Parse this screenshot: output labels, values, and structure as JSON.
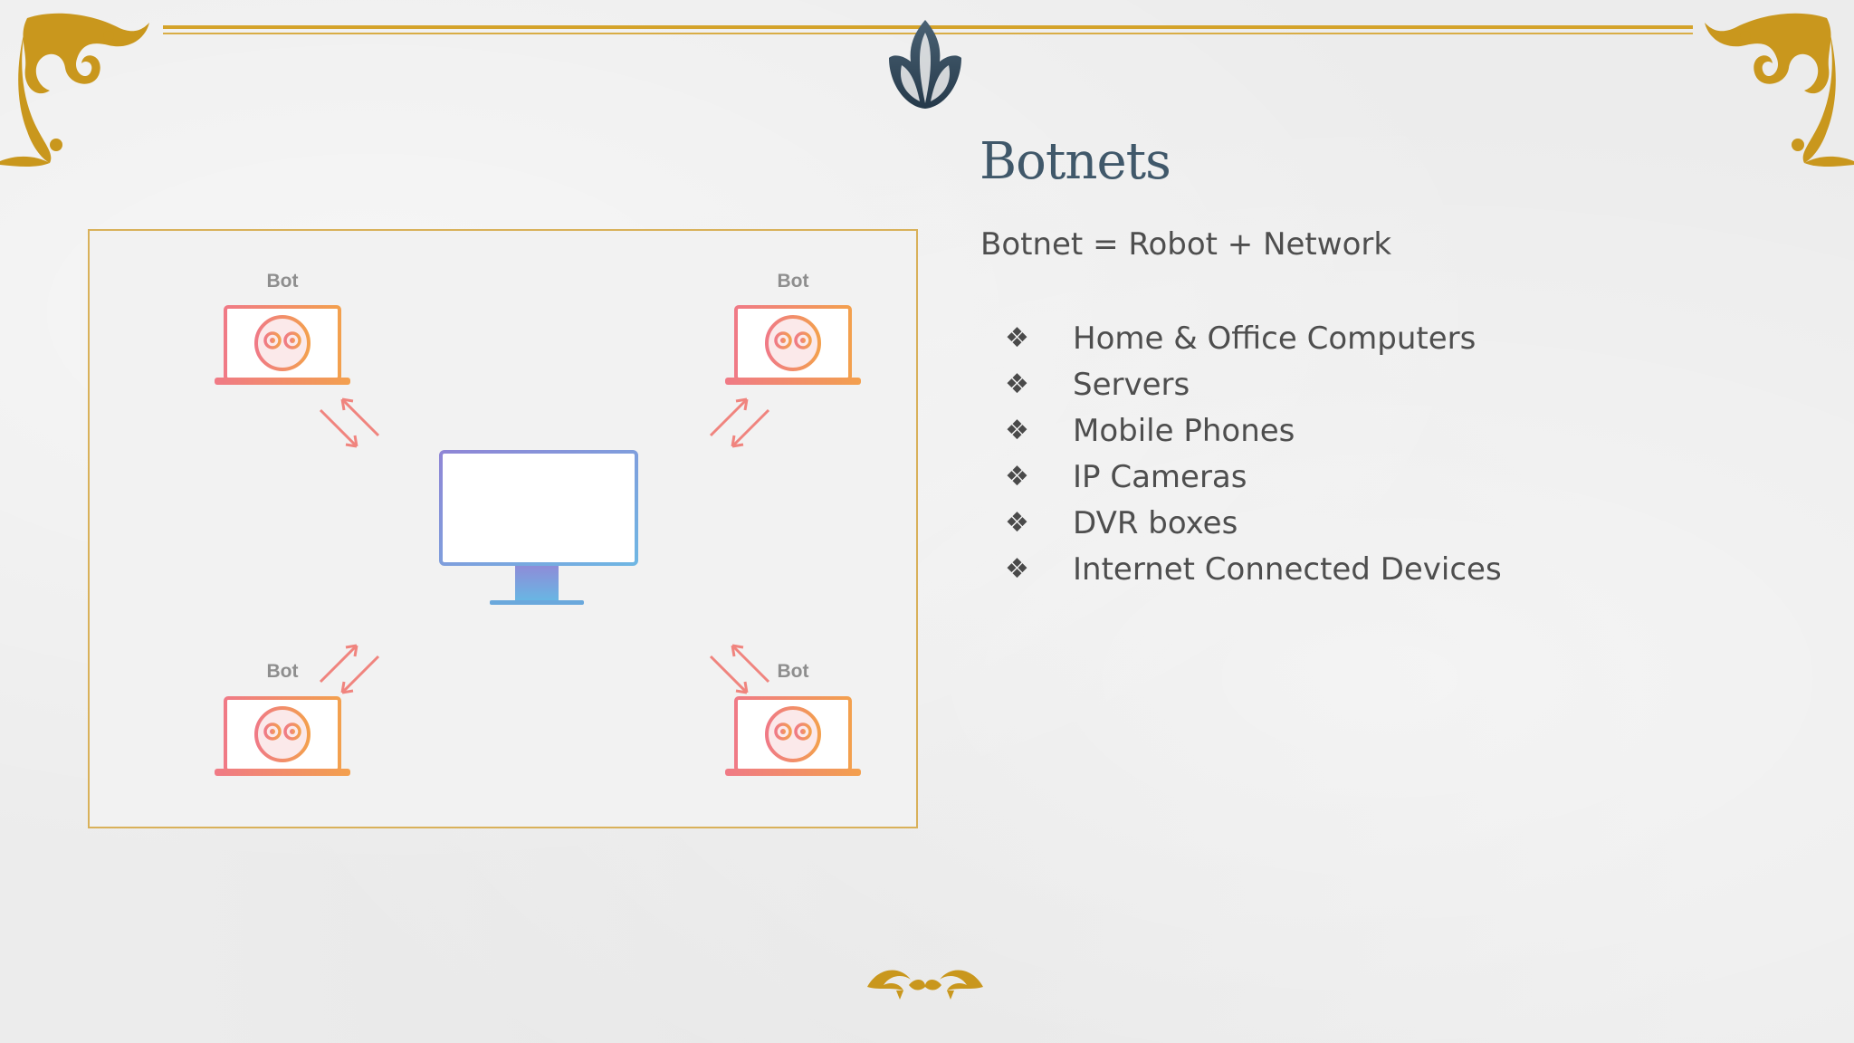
{
  "slide": {
    "title": "Botnets",
    "subtitle": "Botnet = Robot + Network",
    "bullets": [
      "Home & Office Computers",
      "Servers",
      "Mobile Phones",
      "IP Cameras",
      "DVR boxes",
      "Internet Connected Devices"
    ],
    "bullet_symbol": "❖"
  },
  "diagram": {
    "bot_labels": [
      "Bot",
      "Bot",
      "Bot",
      "Bot"
    ],
    "icons": {
      "bots": "bot-laptop-icon",
      "center": "monitor-icon",
      "links": "arrow-icon"
    }
  },
  "colors": {
    "accent_gold": "#d4a32a",
    "title": "#40586a",
    "body_text": "#4e4e4e",
    "bot_gradient_start": "#f07a86",
    "bot_gradient_end": "#f3a04e",
    "monitor_blue": "#7d8fd8"
  }
}
